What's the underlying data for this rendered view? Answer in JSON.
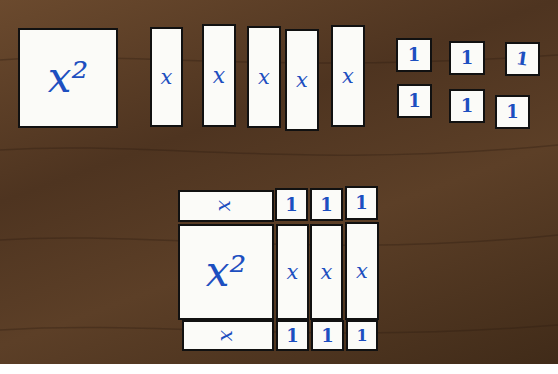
{
  "diagram": {
    "nodes": [
      {
        "text": [
          "x²"
        ]
      },
      {
        "text": [
          "x"
        ]
      },
      {
        "text": [
          "x"
        ]
      },
      {
        "text": [
          "x"
        ]
      },
      {
        "text": [
          "x"
        ]
      },
      {
        "text": [
          "x"
        ]
      },
      {
        "text": [
          "1"
        ]
      },
      {
        "text": [
          "1"
        ]
      },
      {
        "text": [
          "1"
        ]
      },
      {
        "text": [
          "1"
        ]
      },
      {
        "text": [
          "1"
        ]
      },
      {
        "text": [
          "1"
        ]
      },
      {
        "text": [
          "x"
        ]
      },
      {
        "text": [
          "1"
        ]
      },
      {
        "text": [
          "1"
        ]
      },
      {
        "text": [
          "1"
        ]
      },
      {
        "text": [
          "x²"
        ]
      },
      {
        "text": [
          "x"
        ]
      },
      {
        "text": [
          "x"
        ]
      },
      {
        "text": [
          "x"
        ]
      },
      {
        "text": [
          "x"
        ]
      },
      {
        "text": [
          "1"
        ]
      },
      {
        "text": [
          "1"
        ]
      },
      {
        "text": [
          "1"
        ]
      }
    ]
  }
}
